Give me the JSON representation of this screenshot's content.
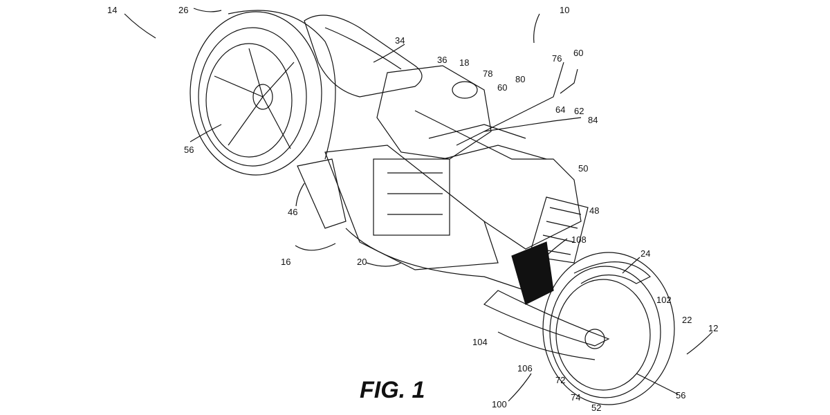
{
  "figure": {
    "caption": "FIG. 1",
    "reference_numerals": [
      "14",
      "26",
      "34",
      "36",
      "18",
      "78",
      "10",
      "76",
      "60",
      "80",
      "60",
      "64",
      "62",
      "84",
      "50",
      "48",
      "56",
      "46",
      "16",
      "20",
      "108",
      "24",
      "102",
      "22",
      "12",
      "104",
      "106",
      "72",
      "74",
      "52",
      "56",
      "100"
    ]
  }
}
